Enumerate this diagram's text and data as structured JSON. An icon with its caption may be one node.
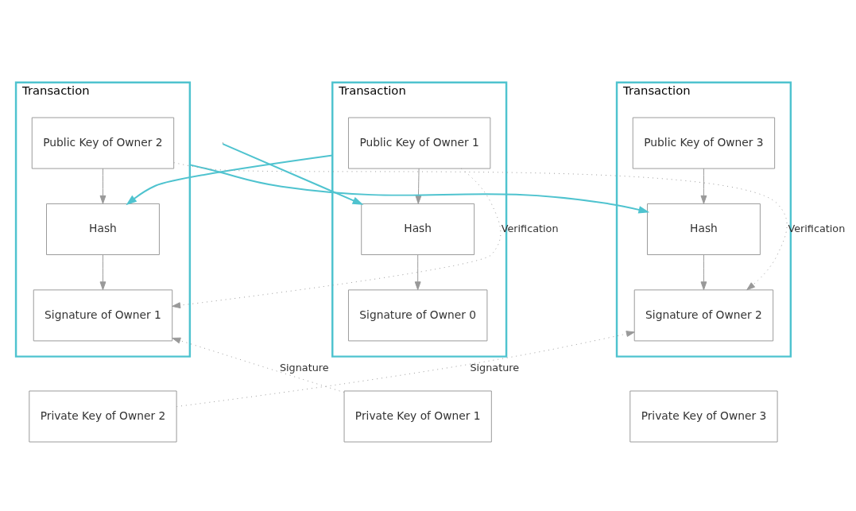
{
  "diagram": {
    "nodes": [
      {
        "text": [
          "Transaction"
        ]
      },
      {
        "text": [
          "Public Key of Owner 1"
        ],
        "in": 0
      },
      {
        "text": [
          "Hash"
        ],
        "in": 0
      },
      {
        "text": [
          "Signature of Owner 0"
        ],
        "in": 0
      },
      {
        "text": [
          "Transaction"
        ]
      },
      {
        "text": [
          "Public Key of Owner 2"
        ],
        "in": 4
      },
      {
        "text": [
          "Hash"
        ],
        "in": 4
      },
      {
        "text": [
          "Signature of Owner 1"
        ],
        "in": 4
      },
      {
        "text": [
          "Transaction"
        ]
      },
      {
        "text": [
          "Public Key of Owner 3"
        ],
        "in": 8
      },
      {
        "text": [
          "Hash"
        ],
        "in": 8
      },
      {
        "text": [
          "Signature of Owner 2"
        ],
        "in": 8
      },
      {
        "text": [
          "Private Key of Owner 1"
        ]
      },
      {
        "text": [
          "Private Key of Owner 2"
        ]
      },
      {
        "text": [
          "Private Key of Owner 3"
        ]
      }
    ],
    "edges": [
      {
        "from": null,
        "to": 2,
        "arrow": "to",
        "color": "#4fc3cf"
      },
      {
        "from": 1,
        "to": 2,
        "arrow": "to"
      },
      {
        "from": 2,
        "to": 3,
        "arrow": "to"
      },
      {
        "from": 0,
        "to": 6,
        "arrow": "to",
        "color": "#4fc3cf"
      },
      {
        "from": 5,
        "to": 6,
        "arrow": "to"
      },
      {
        "from": 6,
        "to": 7,
        "arrow": "to"
      },
      {
        "from": 4,
        "to": 10,
        "arrow": "to",
        "color": "#4fc3cf"
      },
      {
        "from": 9,
        "to": 10,
        "arrow": "to"
      },
      {
        "from": 10,
        "to": 11,
        "arrow": "to"
      },
      {
        "from": 1,
        "to": 7,
        "arrow": "to",
        "label": "Verification",
        "style": "dashed"
      },
      {
        "from": 12,
        "to": 7,
        "arrow": "to",
        "label": "Signature",
        "style": "dashed"
      },
      {
        "from": 5,
        "to": 11,
        "arrow": "to",
        "label": "Verification",
        "style": "dashed"
      },
      {
        "from": 13,
        "to": 11,
        "arrow": "to",
        "label": "Signature",
        "style": "dashed"
      }
    ]
  }
}
